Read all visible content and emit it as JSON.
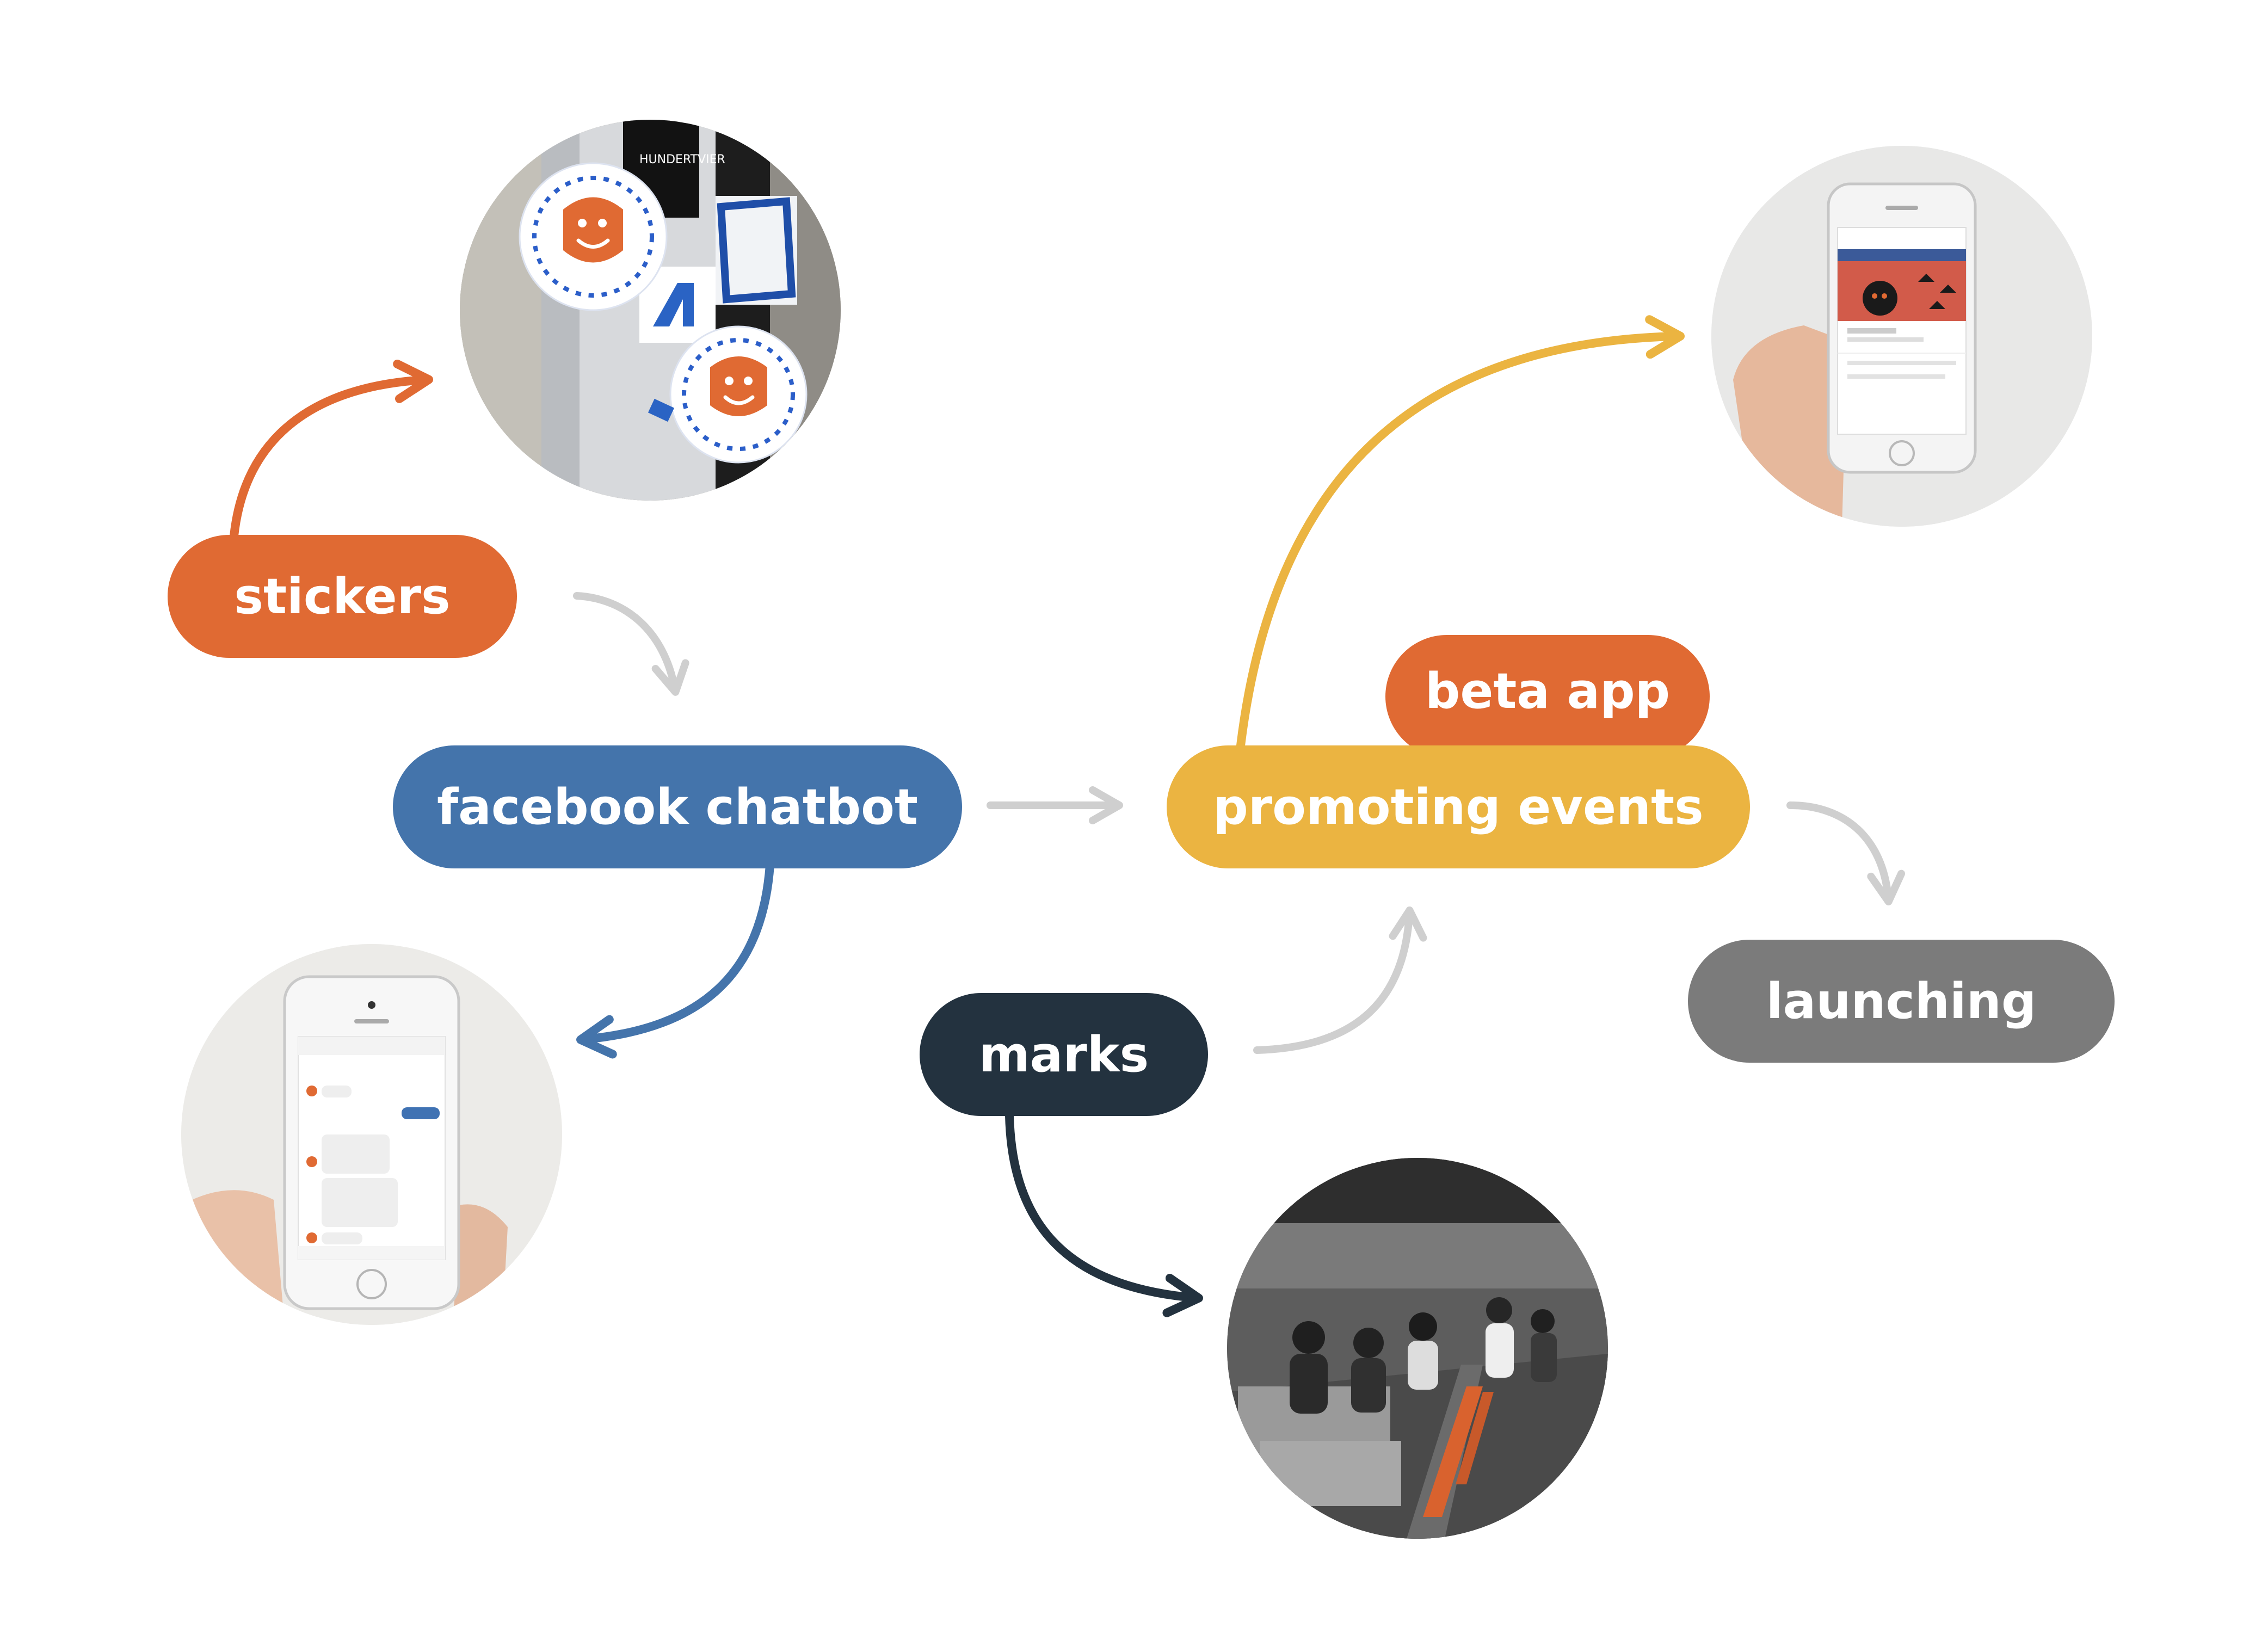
{
  "colors": {
    "orange": "#e06a33",
    "blue": "#4474ab",
    "yellow": "#ebb441",
    "navy": "#23323f",
    "gray": "#7b7b7b",
    "light_arrow": "#cfcfcf"
  },
  "nodes": {
    "stickers": "stickers",
    "facebook_chatbot": "facebook chatbot",
    "beta_app": "beta app",
    "promoting_events": "promoting events",
    "marks": "marks",
    "launching": "launching"
  },
  "photos": {
    "stickers_photo": "sticker-on-pole-photo",
    "chat_photo": "phone-messenger-chat-photo",
    "event_photo": "phone-facebook-event-photo",
    "crowd_photo": "crowd-at-event-photo"
  }
}
